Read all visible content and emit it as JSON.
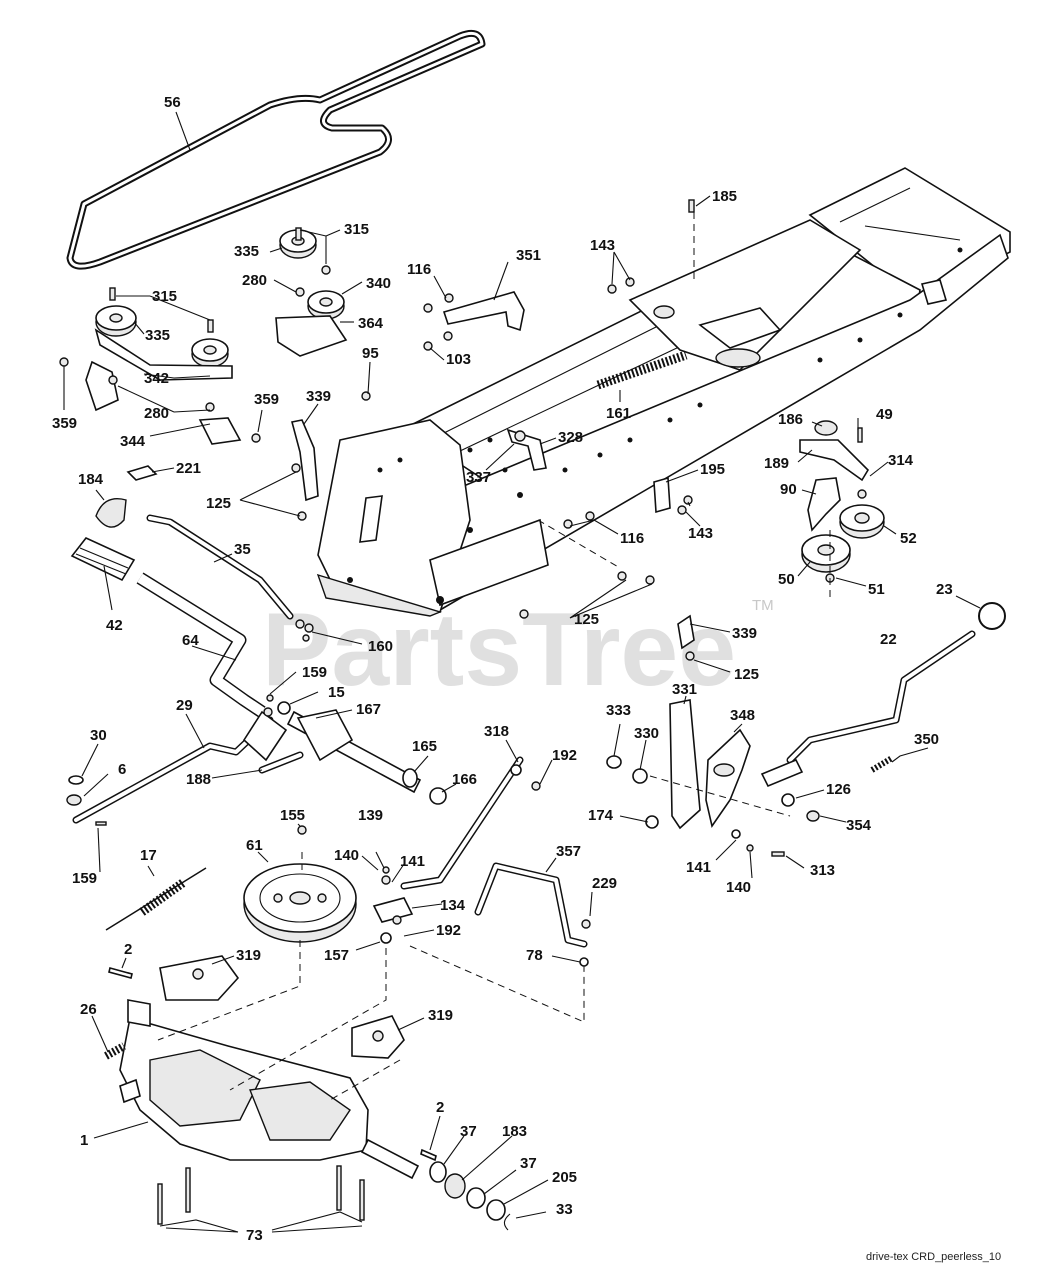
{
  "diagram": {
    "watermark": "PartsTree",
    "trademark": "TM",
    "footer": "drive-tex CRD_peerless_10",
    "callouts": [
      {
        "id": "c56",
        "label": "56"
      },
      {
        "id": "c315a",
        "label": "315"
      },
      {
        "id": "c335a",
        "label": "335"
      },
      {
        "id": "c280a",
        "label": "280"
      },
      {
        "id": "c340",
        "label": "340"
      },
      {
        "id": "c364",
        "label": "364"
      },
      {
        "id": "c315b",
        "label": "315"
      },
      {
        "id": "c335b",
        "label": "335"
      },
      {
        "id": "c342",
        "label": "342"
      },
      {
        "id": "c359a",
        "label": "359"
      },
      {
        "id": "c280b",
        "label": "280"
      },
      {
        "id": "c344",
        "label": "344"
      },
      {
        "id": "c359b",
        "label": "359"
      },
      {
        "id": "c116a",
        "label": "116"
      },
      {
        "id": "c351",
        "label": "351"
      },
      {
        "id": "c103",
        "label": "103"
      },
      {
        "id": "c95",
        "label": "95"
      },
      {
        "id": "c143a",
        "label": "143"
      },
      {
        "id": "c185",
        "label": "185"
      },
      {
        "id": "c339a",
        "label": "339"
      },
      {
        "id": "c161",
        "label": "161"
      },
      {
        "id": "c328",
        "label": "328"
      },
      {
        "id": "c337",
        "label": "337"
      },
      {
        "id": "c221",
        "label": "221"
      },
      {
        "id": "c184",
        "label": "184"
      },
      {
        "id": "c125a",
        "label": "125"
      },
      {
        "id": "c35",
        "label": "35"
      },
      {
        "id": "c42",
        "label": "42"
      },
      {
        "id": "c186",
        "label": "186"
      },
      {
        "id": "c49",
        "label": "49"
      },
      {
        "id": "c189",
        "label": "189"
      },
      {
        "id": "c314",
        "label": "314"
      },
      {
        "id": "c195",
        "label": "195"
      },
      {
        "id": "c90",
        "label": "90"
      },
      {
        "id": "c143b",
        "label": "143"
      },
      {
        "id": "c116b",
        "label": "116"
      },
      {
        "id": "c52",
        "label": "52"
      },
      {
        "id": "c50",
        "label": "50"
      },
      {
        "id": "c51",
        "label": "51"
      },
      {
        "id": "c23",
        "label": "23"
      },
      {
        "id": "c125b",
        "label": "125"
      },
      {
        "id": "c339b",
        "label": "339"
      },
      {
        "id": "c125c",
        "label": "125"
      },
      {
        "id": "c22",
        "label": "22"
      },
      {
        "id": "c64",
        "label": "64"
      },
      {
        "id": "c160",
        "label": "160"
      },
      {
        "id": "c159a",
        "label": "159"
      },
      {
        "id": "c15",
        "label": "15"
      },
      {
        "id": "c167",
        "label": "167"
      },
      {
        "id": "c29",
        "label": "29"
      },
      {
        "id": "c331",
        "label": "331"
      },
      {
        "id": "c333",
        "label": "333"
      },
      {
        "id": "c330",
        "label": "330"
      },
      {
        "id": "c348",
        "label": "348"
      },
      {
        "id": "c350",
        "label": "350"
      },
      {
        "id": "c318",
        "label": "318"
      },
      {
        "id": "c192a",
        "label": "192"
      },
      {
        "id": "c30",
        "label": "30"
      },
      {
        "id": "c6",
        "label": "6"
      },
      {
        "id": "c165",
        "label": "165"
      },
      {
        "id": "c166",
        "label": "166"
      },
      {
        "id": "c188",
        "label": "188"
      },
      {
        "id": "c126",
        "label": "126"
      },
      {
        "id": "c174",
        "label": "174"
      },
      {
        "id": "c354",
        "label": "354"
      },
      {
        "id": "c155",
        "label": "155"
      },
      {
        "id": "c139",
        "label": "139"
      },
      {
        "id": "c61",
        "label": "61"
      },
      {
        "id": "c140a",
        "label": "140"
      },
      {
        "id": "c141a",
        "label": "141"
      },
      {
        "id": "c141b",
        "label": "141"
      },
      {
        "id": "c313",
        "label": "313"
      },
      {
        "id": "c140b",
        "label": "140"
      },
      {
        "id": "c17",
        "label": "17"
      },
      {
        "id": "c159b",
        "label": "159"
      },
      {
        "id": "c357",
        "label": "357"
      },
      {
        "id": "c229",
        "label": "229"
      },
      {
        "id": "c134",
        "label": "134"
      },
      {
        "id": "c157",
        "label": "157"
      },
      {
        "id": "c192b",
        "label": "192"
      },
      {
        "id": "c2a",
        "label": "2"
      },
      {
        "id": "c319a",
        "label": "319"
      },
      {
        "id": "c78",
        "label": "78"
      },
      {
        "id": "c26",
        "label": "26"
      },
      {
        "id": "c319b",
        "label": "319"
      },
      {
        "id": "c1",
        "label": "1"
      },
      {
        "id": "c2b",
        "label": "2"
      },
      {
        "id": "c37a",
        "label": "37"
      },
      {
        "id": "c183",
        "label": "183"
      },
      {
        "id": "c37b",
        "label": "37"
      },
      {
        "id": "c205",
        "label": "205"
      },
      {
        "id": "c33",
        "label": "33"
      },
      {
        "id": "c73",
        "label": "73"
      }
    ]
  }
}
